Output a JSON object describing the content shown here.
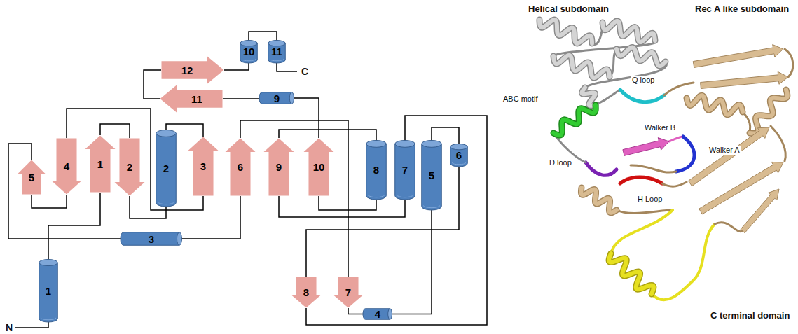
{
  "diagram": {
    "nodes": [
      {
        "text": [
          "1"
        ]
      },
      {
        "text": [
          "2"
        ]
      },
      {
        "text": [
          "3"
        ]
      },
      {
        "text": [
          "4"
        ]
      },
      {
        "text": [
          "5"
        ]
      },
      {
        "text": [
          "6"
        ]
      },
      {
        "text": [
          "7"
        ]
      },
      {
        "text": [
          "8"
        ]
      },
      {
        "text": [
          "9"
        ]
      },
      {
        "text": [
          "10"
        ]
      },
      {
        "text": [
          "11"
        ]
      },
      {
        "text": [
          "12"
        ]
      },
      {
        "text": [
          "1"
        ]
      },
      {
        "text": [
          "2"
        ]
      },
      {
        "text": [
          "3"
        ]
      },
      {
        "text": [
          "4"
        ]
      },
      {
        "text": [
          "5"
        ]
      },
      {
        "text": [
          "6"
        ]
      },
      {
        "text": [
          "7"
        ]
      },
      {
        "text": [
          "8"
        ]
      },
      {
        "text": [
          "9"
        ]
      },
      {
        "text": [
          "10"
        ]
      },
      {
        "text": [
          "11"
        ]
      }
    ],
    "edges": [
      {
        "from": 12,
        "to": 0,
        "arrow": "none"
      },
      {
        "from": 0,
        "to": 1,
        "arrow": "none"
      },
      {
        "from": 1,
        "to": 13,
        "arrow": "none"
      },
      {
        "from": 13,
        "to": 2,
        "arrow": "none"
      },
      {
        "from": 2,
        "to": 3,
        "arrow": "none"
      },
      {
        "from": 3,
        "to": 4,
        "arrow": "none"
      },
      {
        "from": 4,
        "to": 14,
        "arrow": "none"
      },
      {
        "from": 14,
        "to": 5,
        "arrow": "none"
      },
      {
        "from": 5,
        "to": 6,
        "arrow": "none"
      },
      {
        "from": 6,
        "to": 15,
        "arrow": "none"
      },
      {
        "from": 15,
        "to": 16,
        "arrow": "none"
      },
      {
        "from": 16,
        "to": 17,
        "arrow": "none"
      },
      {
        "from": 17,
        "to": 7,
        "arrow": "none"
      },
      {
        "from": 7,
        "to": 18,
        "arrow": "none"
      },
      {
        "from": 18,
        "to": 8,
        "arrow": "none"
      },
      {
        "from": 8,
        "to": 19,
        "arrow": "none"
      },
      {
        "from": 19,
        "to": 9,
        "arrow": "none"
      },
      {
        "from": 9,
        "to": 20,
        "arrow": "none"
      },
      {
        "from": 20,
        "to": 10,
        "arrow": "none"
      },
      {
        "from": 10,
        "to": 11,
        "arrow": "none"
      },
      {
        "from": 11,
        "to": 21,
        "arrow": "none"
      },
      {
        "from": 21,
        "to": 22,
        "arrow": "none"
      }
    ],
    "labels": [
      "N",
      "C",
      "Helical subdomain",
      "Rec A like subdomain",
      "Q loop",
      "ABC motif",
      "Walker B",
      "Walker A",
      "D loop",
      "H Loop",
      "C terminal domain"
    ]
  }
}
